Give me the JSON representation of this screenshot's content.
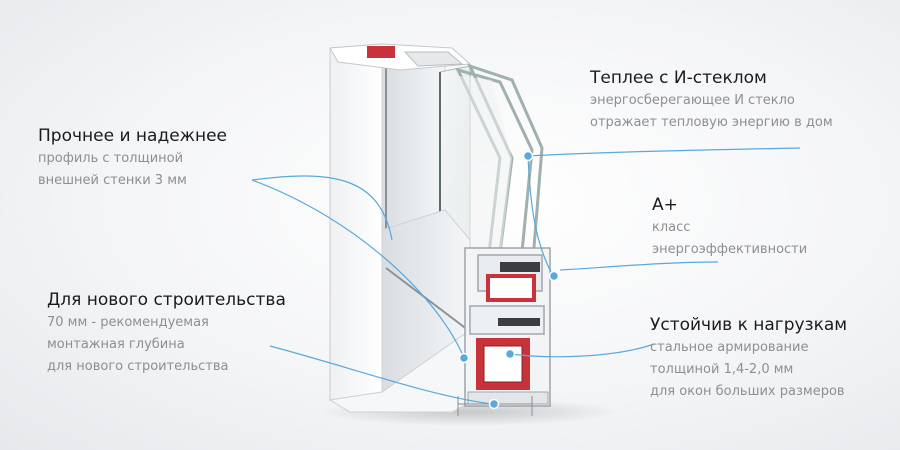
{
  "callouts": {
    "warm": {
      "title": "Теплее с И-стеклом",
      "lines": [
        "энергосберегающее И стекло",
        "отражает тепловую энергию в дом"
      ]
    },
    "strong": {
      "title": "Прочнее и надежнее",
      "lines": [
        "профиль с толщиной",
        "внешней стенки 3 мм"
      ]
    },
    "class": {
      "title": "A+",
      "lines": [
        "класс",
        "энергоэффективности"
      ]
    },
    "construction": {
      "title": "Для нового строительства",
      "lines": [
        "70 мм - рекомендуемая",
        "монтажная глубина",
        "для нового строительства"
      ]
    },
    "load": {
      "title": "Устойчив к нагрузкам",
      "lines": [
        "стальное армирование",
        "толщиной 1,4-2,0 мм",
        "для окон больших размеров"
      ]
    }
  },
  "colors": {
    "leader": "#5aa9dc",
    "profile": "#f2f3f4",
    "glass": "#bfc9c9",
    "reinforcement_red": "#c8323a",
    "gasket": "#3b3d40"
  },
  "icons": [
    "window-profile-cross-section"
  ]
}
